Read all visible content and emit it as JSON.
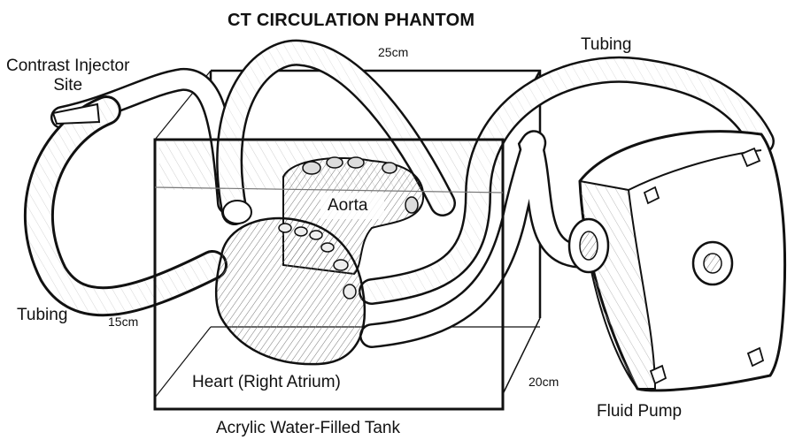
{
  "title": "CT CIRCULATION PHANTOM",
  "labels": {
    "contrast_injector_site": "Contrast Injector\nSite",
    "tubing_top": "Tubing",
    "tubing_left": "Tubing",
    "aorta": "Aorta",
    "heart": "Heart (Right Atrium)",
    "fluid_pump": "Fluid Pump",
    "tank": "Acrylic Water-Filled Tank"
  },
  "dimensions": {
    "width": "25cm",
    "height": "15cm",
    "depth": "20cm"
  },
  "colors": {
    "ink": "#111111",
    "paper": "#ffffff",
    "shade": "#9a9a9a"
  }
}
